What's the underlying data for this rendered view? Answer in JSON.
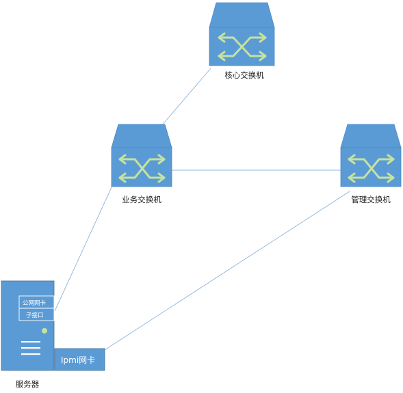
{
  "colors": {
    "switch_body": "#5B9BD5",
    "switch_top": "#5B9BD5",
    "switch_top_edge": "#4A89C8",
    "arrow": "#C5E39E",
    "link": "#8FB4DC",
    "server_body": "#5B9BD5",
    "server_edge": "#41719C",
    "indicator": "#C5E39E",
    "label_text": "#1a1a1a"
  },
  "nodes": {
    "core_switch": {
      "label": "核心交换机",
      "icon": "network-switch-icon"
    },
    "business_switch": {
      "label": "业务交换机",
      "icon": "network-switch-icon"
    },
    "management_switch": {
      "label": "管理交换机",
      "icon": "network-switch-icon"
    },
    "server": {
      "label": "服务器",
      "icon": "server-tower-icon",
      "public_nic_label": "公网网卡",
      "sub_interface_label": "子接口",
      "ipmi_nic_label": "Ipmi网卡"
    }
  },
  "links": [
    {
      "from": "core_switch",
      "to": "business_switch"
    },
    {
      "from": "business_switch",
      "to": "management_switch"
    },
    {
      "from": "business_switch",
      "to": "server.sub_interface"
    },
    {
      "from": "management_switch",
      "to": "server.ipmi_nic"
    }
  ]
}
